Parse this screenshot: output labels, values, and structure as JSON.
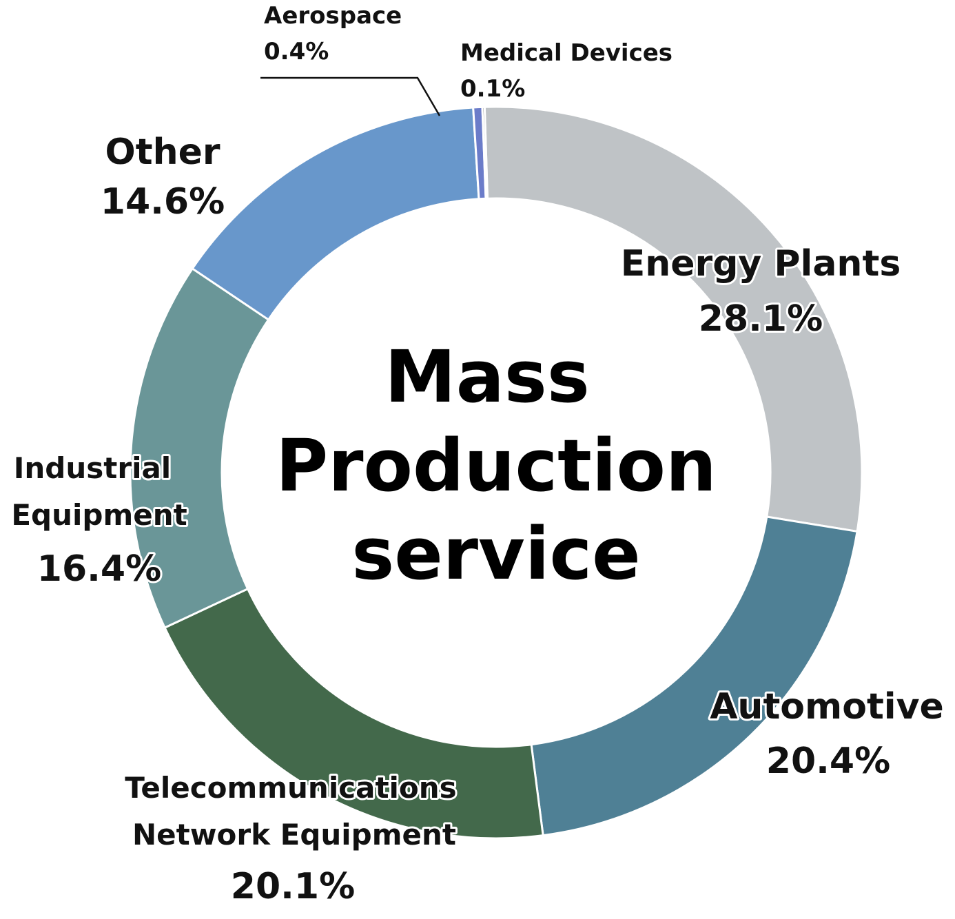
{
  "chart_data": {
    "type": "pie",
    "title": "",
    "center_label": [
      "Mass",
      "Production",
      "service"
    ],
    "slices": [
      {
        "name": "Energy Plants",
        "value": 28.1,
        "label": "28.1%",
        "color": "#bfc3c6"
      },
      {
        "name": "Automotive",
        "value": 20.4,
        "label": "20.4%",
        "color": "#4f8095"
      },
      {
        "name": "Telecommunications Network Equipment",
        "name_lines": [
          "Telecommunications",
          "Network Equipment"
        ],
        "value": 20.1,
        "label": "20.1%",
        "color": "#43694b"
      },
      {
        "name": "Industrial Equipment",
        "name_lines": [
          "Industrial",
          "Equipment"
        ],
        "value": 16.4,
        "label": "16.4%",
        "color": "#6a9698"
      },
      {
        "name": "Other",
        "value": 14.6,
        "label": "14.6%",
        "color": "#6897cb"
      },
      {
        "name": "Aerospace",
        "value": 0.4,
        "label": "0.4%",
        "color": "#6b7cc9"
      },
      {
        "name": "Medical Devices",
        "value": 0.1,
        "label": "0.1%",
        "color": "#5e5e5e"
      }
    ]
  }
}
